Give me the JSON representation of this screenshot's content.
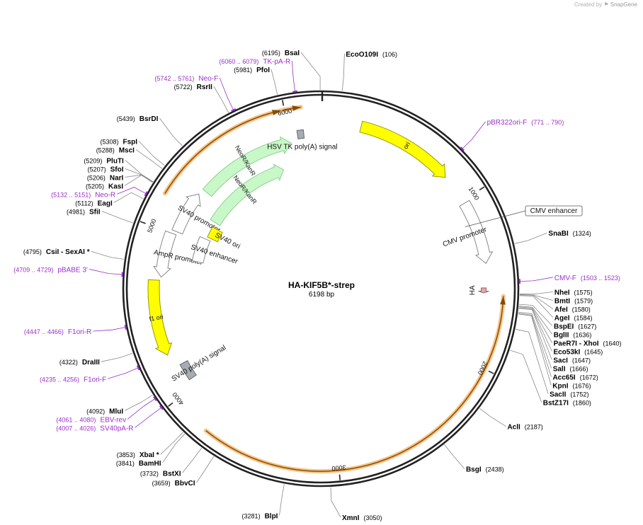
{
  "credit": {
    "prefix": "Created by",
    "brand": "SnapGene"
  },
  "plasmid": {
    "name": "HA-KIF5B*-strep",
    "size": "6198 bp",
    "length": 6198
  },
  "ticks": [
    {
      "pos": 1000,
      "label": "1000"
    },
    {
      "pos": 2000,
      "label": "2000"
    },
    {
      "pos": 3000,
      "label": "3000"
    },
    {
      "pos": 4000,
      "label": "4000"
    },
    {
      "pos": 5000,
      "label": "5000"
    },
    {
      "pos": 6000,
      "label": "6000"
    }
  ],
  "enzymes": [
    {
      "name": "BsaI",
      "site": 6195,
      "pos": "(6195)",
      "side": "left"
    },
    {
      "name": "EcoO109I",
      "site": 106,
      "pos": "(106)",
      "side": "right"
    },
    {
      "name": "PfoI",
      "site": 5981,
      "pos": "(5981)",
      "side": "left"
    },
    {
      "name": "RsrII",
      "site": 5722,
      "pos": "(5722)",
      "side": "left"
    },
    {
      "name": "BsrDI",
      "site": 5439,
      "pos": "(5439)",
      "side": "left"
    },
    {
      "name": "FspI",
      "site": 5308,
      "pos": "(5308)",
      "side": "left"
    },
    {
      "name": "MscI",
      "site": 5288,
      "pos": "(5288)",
      "side": "left"
    },
    {
      "name": "PluTI",
      "site": 5209,
      "pos": "(5209)",
      "side": "left"
    },
    {
      "name": "SfoI",
      "site": 5207,
      "pos": "(5207)",
      "side": "left"
    },
    {
      "name": "NarI",
      "site": 5206,
      "pos": "(5206)",
      "side": "left"
    },
    {
      "name": "KasI",
      "site": 5205,
      "pos": "(5205)",
      "side": "left"
    },
    {
      "name": "EagI",
      "site": 5112,
      "pos": "(5112)",
      "side": "left"
    },
    {
      "name": "SfiI",
      "site": 4981,
      "pos": "(4981)",
      "side": "left"
    },
    {
      "name": "CsiI   - SexAI  *",
      "site": 4795,
      "pos": "(4795)",
      "side": "left"
    },
    {
      "name": "DraIII",
      "site": 4322,
      "pos": "(4322)",
      "side": "left"
    },
    {
      "name": "MluI",
      "site": 4092,
      "pos": "(4092)",
      "side": "left"
    },
    {
      "name": "XbaI  *",
      "site": 3853,
      "pos": "(3853)",
      "side": "left"
    },
    {
      "name": "BamHI",
      "site": 3841,
      "pos": "(3841)",
      "side": "left"
    },
    {
      "name": "BstXI",
      "site": 3732,
      "pos": "(3732)",
      "side": "left"
    },
    {
      "name": "BbvCI",
      "site": 3659,
      "pos": "(3659)",
      "side": "left"
    },
    {
      "name": "BlpI",
      "site": 3281,
      "pos": "(3281)",
      "side": "left"
    },
    {
      "name": "XmnI",
      "site": 3050,
      "pos": "(3050)",
      "side": "right"
    },
    {
      "name": "BsgI",
      "site": 2438,
      "pos": "(2438)",
      "side": "right"
    },
    {
      "name": "AclI",
      "site": 2187,
      "pos": "(2187)",
      "side": "right"
    },
    {
      "name": "BstZ17I",
      "site": 1860,
      "pos": "(1860)",
      "side": "right"
    },
    {
      "name": "SacII",
      "site": 1752,
      "pos": "(1752)",
      "side": "right"
    },
    {
      "name": "KpnI",
      "site": 1676,
      "pos": "(1676)",
      "side": "right"
    },
    {
      "name": "Acc65I",
      "site": 1672,
      "pos": "(1672)",
      "side": "right"
    },
    {
      "name": "SalI",
      "site": 1666,
      "pos": "(1666)",
      "side": "right"
    },
    {
      "name": "SacI",
      "site": 1647,
      "pos": "(1647)",
      "side": "right"
    },
    {
      "name": "Eco53kI",
      "site": 1645,
      "pos": "(1645)",
      "side": "right"
    },
    {
      "name": "PaeR7I  - XhoI",
      "site": 1640,
      "pos": "(1640)",
      "side": "right"
    },
    {
      "name": "BglII",
      "site": 1636,
      "pos": "(1636)",
      "side": "right"
    },
    {
      "name": "BspEI",
      "site": 1627,
      "pos": "(1627)",
      "side": "right"
    },
    {
      "name": "AgeI",
      "site": 1584,
      "pos": "(1584)",
      "side": "right"
    },
    {
      "name": "AfeI",
      "site": 1580,
      "pos": "(1580)",
      "side": "right"
    },
    {
      "name": "BmtI",
      "site": 1579,
      "pos": "(1579)",
      "side": "right"
    },
    {
      "name": "NheI",
      "site": 1575,
      "pos": "(1575)",
      "side": "right"
    },
    {
      "name": "SnaBI",
      "site": 1324,
      "pos": "(1324)",
      "side": "right"
    }
  ],
  "primers": [
    {
      "name": "TK-pA-R",
      "site": 6070,
      "range": "(6060 .. 6079)",
      "side": "left"
    },
    {
      "name": "Neo-F",
      "site": 5750,
      "range": "(5742 .. 5761)",
      "side": "left"
    },
    {
      "name": "Neo-R",
      "site": 5140,
      "range": "(5132 .. 5151)",
      "side": "left"
    },
    {
      "name": "pBABE 3'",
      "site": 4719,
      "range": "(4709 .. 4729)",
      "side": "left"
    },
    {
      "name": "F1ori-R",
      "site": 4456,
      "range": "(4447 .. 4466)",
      "side": "left"
    },
    {
      "name": "F1ori-F",
      "site": 4245,
      "range": "(4235 .. 4256)",
      "side": "left"
    },
    {
      "name": "EBV-rev",
      "site": 4070,
      "range": "(4061 .. 4080)",
      "side": "left"
    },
    {
      "name": "SV40pA-R",
      "site": 4016,
      "range": "(4007 .. 4026)",
      "side": "left"
    },
    {
      "name": "pBR322ori-F",
      "site": 780,
      "range": "(771 .. 790)",
      "side": "right"
    },
    {
      "name": "CMV-F",
      "site": 1513,
      "range": "(1503 .. 1523)",
      "side": "right"
    }
  ],
  "features": [
    {
      "name": "ori",
      "type": "yellow",
      "start": 240,
      "end": 830,
      "dir": 1,
      "label": "ori"
    },
    {
      "name": "CMV promoter",
      "type": "white",
      "start": 1020,
      "end": 1400,
      "dir": 1,
      "label": "CMV promoter"
    },
    {
      "name": "f1 ori",
      "type": "yellow",
      "start": 4245,
      "end": 4700,
      "dir": -1,
      "label": "f1 ori"
    },
    {
      "name": "AmpR promoter",
      "type": "white",
      "start": 4720,
      "end": 5000,
      "dir": -1,
      "label": "AmpR promoter"
    },
    {
      "name": "SV40 promoter",
      "type": "white",
      "start": 5020,
      "end": 5300,
      "dir": 1,
      "label": "SV40 promoter"
    },
    {
      "name": "NeoR/KanR",
      "type": "green",
      "start": 5340,
      "end": 6000,
      "dir": 1,
      "label": "NeoR/KanR"
    },
    {
      "name": "NeoR/KanR",
      "type": "green",
      "start": 5200,
      "end": 5900,
      "dir": 1,
      "label": "NeoR/KanR"
    },
    {
      "name": "SV40 ori",
      "type": "yellow",
      "start": 5070,
      "end": 5160,
      "dir": 0,
      "label": "SV40 ori"
    },
    {
      "name": "SV40 enhancer",
      "type": "white",
      "start": 4860,
      "end": 5050,
      "dir": 0,
      "label": "SV40 enhancer"
    },
    {
      "name": "HSV TK poly(A) signal",
      "type": "gray",
      "start": 6050,
      "end": 6090,
      "dir": 0,
      "label": "HSV TK poly(A) signal"
    },
    {
      "name": "SV40 poly(A) signal",
      "type": "gray",
      "start": 4050,
      "end": 4160,
      "dir": 0,
      "label": "SV40 poly(A) signal"
    },
    {
      "name": "HA",
      "type": "pink",
      "start": 1545,
      "end": 1575,
      "dir": 1,
      "label": "HA"
    },
    {
      "name": "CMV enhancer",
      "type": "none",
      "site": 1150,
      "label": "CMV enhancer"
    }
  ],
  "orfs": [
    {
      "start": 5910,
      "end": 6090,
      "dir": 1
    },
    {
      "start": 5190,
      "end": 5980,
      "dir": 1
    },
    {
      "start": 1590,
      "end": 3770,
      "dir": -1
    }
  ],
  "colors": {
    "backbone": "#222222",
    "primer": "#9b2fc9",
    "orf_glow": "#f6c585",
    "orf_line": "#8a4a08",
    "yellow_fill": "#ffff00",
    "green_fill": "#c8f7c8",
    "green_stroke": "#8fd08f",
    "white_stroke": "#888888",
    "gray_fill": "#a6adb5",
    "pink_fill": "#e8a6b0"
  }
}
